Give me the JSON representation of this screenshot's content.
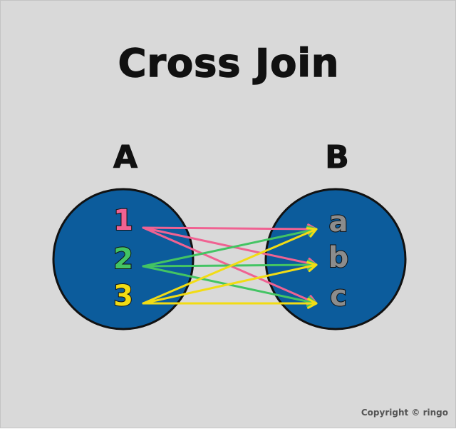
{
  "title": "Cross Join",
  "set_a": {
    "label": "A",
    "elements": [
      {
        "text": "1",
        "color": "#f06292"
      },
      {
        "text": "2",
        "color": "#43c463"
      },
      {
        "text": "3",
        "color": "#f2dc14"
      }
    ]
  },
  "set_b": {
    "label": "B",
    "elements": [
      {
        "text": "a",
        "color": "#8c8c8c"
      },
      {
        "text": "b",
        "color": "#8c8c8c"
      },
      {
        "text": "c",
        "color": "#8c8c8c"
      }
    ]
  },
  "circle_color": "#0c5c9c",
  "copyright": "Copyright © ringo"
}
